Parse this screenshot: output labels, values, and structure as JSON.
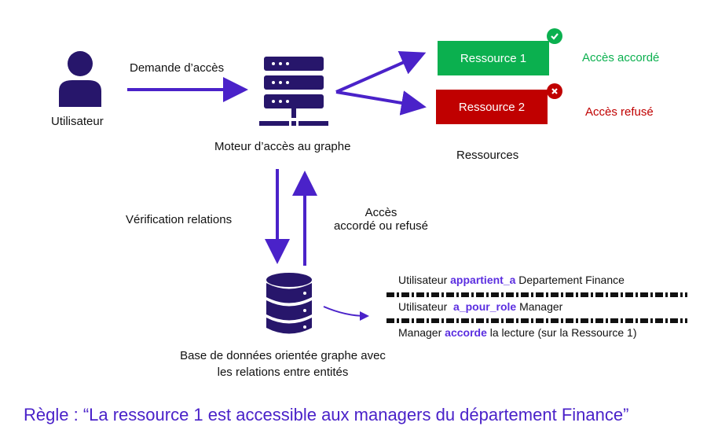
{
  "user": {
    "label": "Utilisateur",
    "icon": "user-icon"
  },
  "request_arrow": {
    "label": "Demande d’accès"
  },
  "engine": {
    "label": "Moteur d’accès au graphe",
    "icon": "server-icon"
  },
  "resources": {
    "group_label": "Ressources",
    "items": [
      {
        "label": "Ressource 1",
        "status": "Accès accordé",
        "color": "#0bb04f",
        "badge": "check-icon"
      },
      {
        "label": "Ressource 2",
        "status": "Accès refusé",
        "color": "#c00000",
        "badge": "cross-icon"
      }
    ]
  },
  "verification": {
    "label": "Vérification relations"
  },
  "response": {
    "line1": "Accès",
    "line2": "accordé ou refusé"
  },
  "database": {
    "line1": "Base de données orientée graphe avec",
    "line2": "les relations entre entités",
    "icon": "database-icon"
  },
  "relations": [
    {
      "subject": "Utilisateur",
      "predicate": "appartient_a",
      "object": "Departement Finance"
    },
    {
      "subject": "Utilisateur",
      "predicate": "a_pour_role",
      "object": "Manager"
    },
    {
      "subject": "Manager",
      "predicate": "accorde",
      "object": "la lecture (sur la Ressource 1)"
    }
  ],
  "rule": {
    "text": "Règle : “La ressource 1 est accessible aux managers du département Finance”"
  },
  "colors": {
    "accent": "#4a22c9",
    "icon": "#27166b",
    "granted": "#0bb04f",
    "denied": "#c00000"
  }
}
